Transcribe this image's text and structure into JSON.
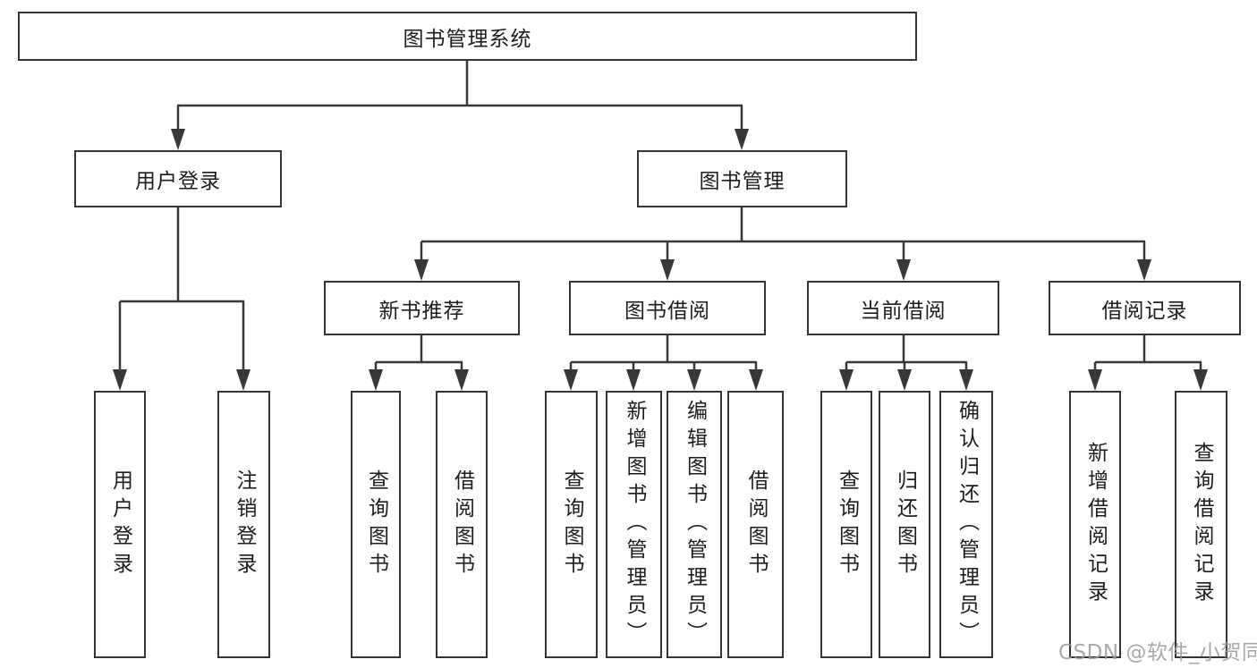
{
  "diagram": {
    "root": {
      "label": "图书管理系统"
    },
    "level2": [
      {
        "label": "用户登录"
      },
      {
        "label": "图书管理"
      }
    ],
    "level3": [
      {
        "label": "新书推荐"
      },
      {
        "label": "图书借阅"
      },
      {
        "label": "当前借阅"
      },
      {
        "label": "借阅记录"
      }
    ],
    "leaves": {
      "user": [
        "用户登录",
        "注销登录"
      ],
      "newbook": [
        "查询图书",
        "借阅图书"
      ],
      "borrow": [
        "查询图书",
        "新增图书（管理员）",
        "编辑图书（管理员）",
        "借阅图书"
      ],
      "current": [
        "查询图书",
        "归还图书",
        "确认归还（管理员）"
      ],
      "records": [
        "新增借阅记录",
        "查询借阅记录"
      ]
    },
    "colors": {
      "line": "#383838",
      "border": "#333333",
      "text": "#1d1d1d",
      "watermark": "#9b9b9b"
    }
  },
  "watermark": {
    "text": "CSDN @软件_小贺同学"
  }
}
